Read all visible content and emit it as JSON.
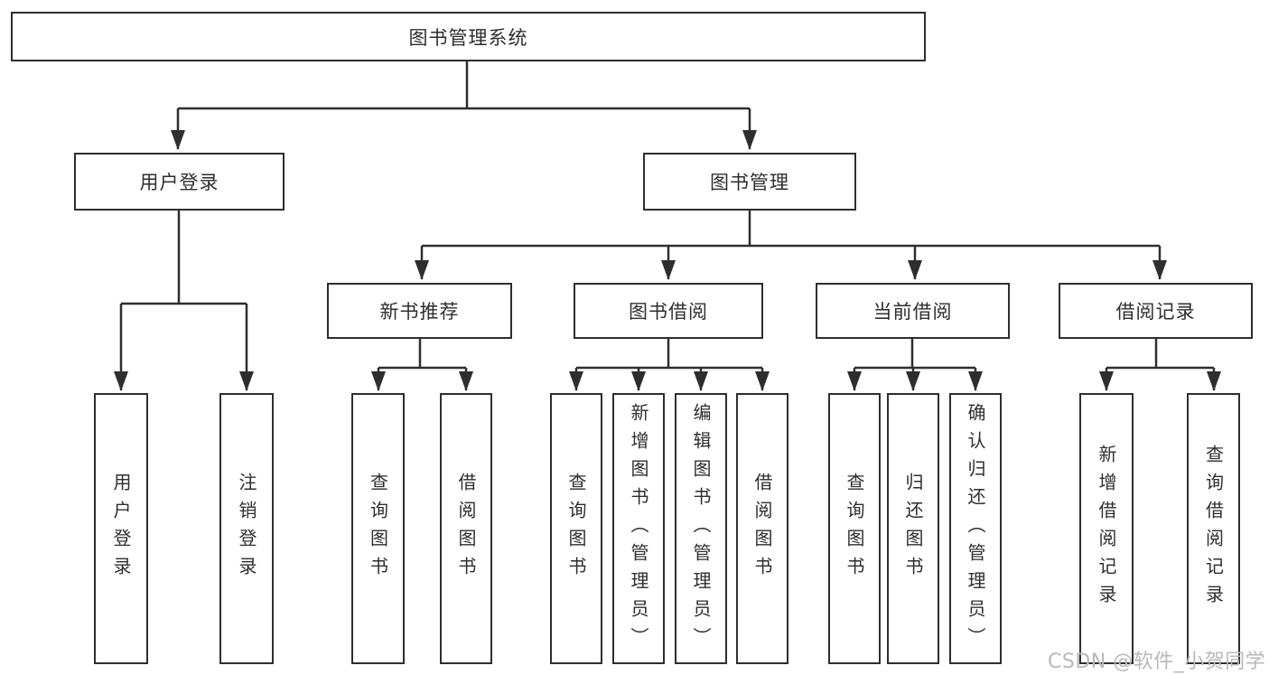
{
  "tree": {
    "root": "图书管理系统",
    "children": [
      {
        "label": "用户登录",
        "children": [
          {
            "label": "用户登录"
          },
          {
            "label": "注销登录"
          }
        ]
      },
      {
        "label": "图书管理",
        "children": [
          {
            "label": "新书推荐",
            "children": [
              {
                "label": "查询图书"
              },
              {
                "label": "借阅图书"
              }
            ]
          },
          {
            "label": "图书借阅",
            "children": [
              {
                "label": "查询图书"
              },
              {
                "label": "新增图书（管理员）"
              },
              {
                "label": "编辑图书（管理员）"
              },
              {
                "label": "借阅图书"
              }
            ]
          },
          {
            "label": "当前借阅",
            "children": [
              {
                "label": "查询图书"
              },
              {
                "label": "归还图书"
              },
              {
                "label": "确认归还（管理员）"
              }
            ]
          },
          {
            "label": "借阅记录",
            "children": [
              {
                "label": "新增借阅记录"
              },
              {
                "label": "查询借阅记录"
              }
            ]
          }
        ]
      }
    ]
  },
  "watermark": {
    "text": "CSDN @软件_小贺同学"
  },
  "colors": {
    "line": "#2e2e2e",
    "box_border": "#2e2e2e",
    "text": "#2e2e2e",
    "watermark": "#b9b9b9",
    "background": "#ffffff"
  }
}
